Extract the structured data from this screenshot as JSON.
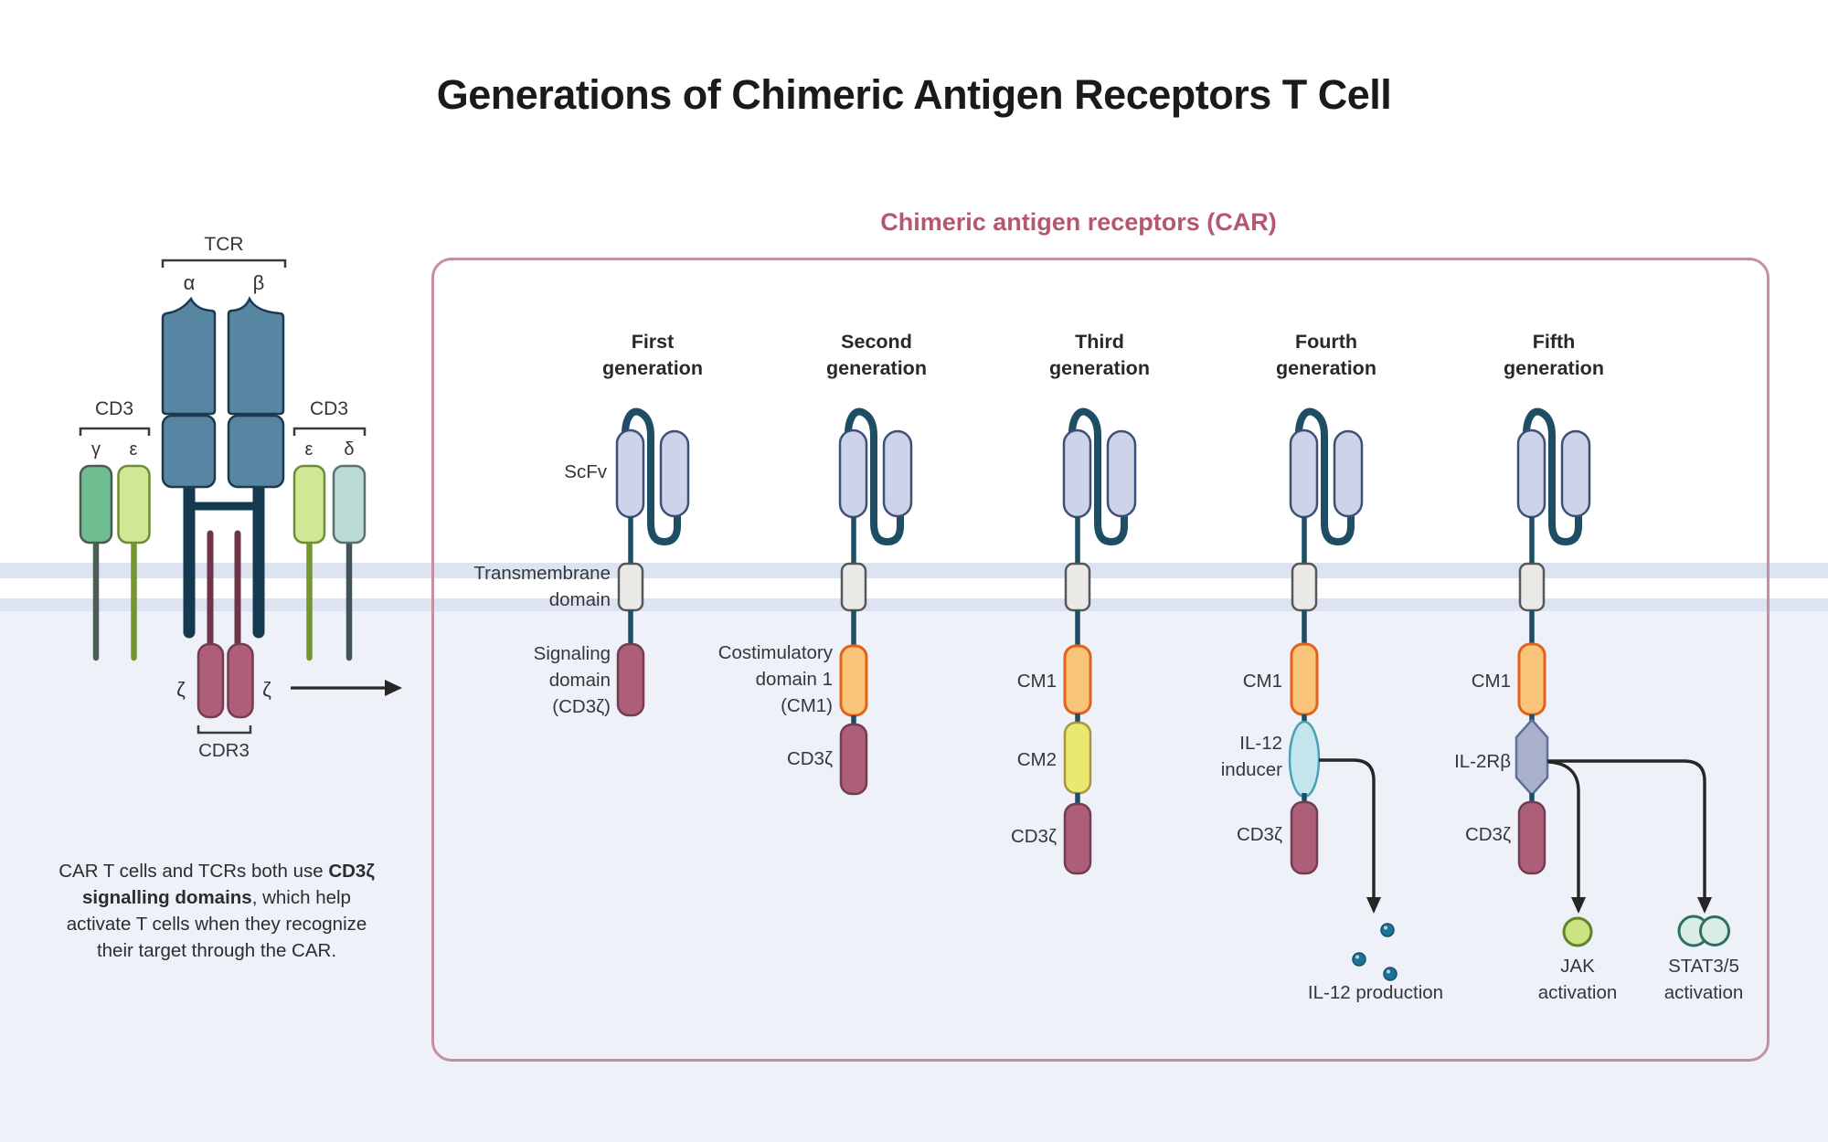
{
  "title": "Generations of Chimeric Antigen Receptors T Cell",
  "car_panel": {
    "title": "Chimeric antigen receptors (CAR)"
  },
  "tcr": {
    "label": "TCR",
    "alpha": "α",
    "beta": "β",
    "cd3_left": "CD3",
    "cd3_right": "CD3",
    "gamma": "γ",
    "epsilon_left": "ε",
    "epsilon_right": "ε",
    "delta": "δ",
    "zeta_left": "ζ",
    "zeta_right": "ζ",
    "cdr3": "CDR3"
  },
  "note": {
    "before": "CAR T cells and TCRs both use ",
    "bold": "CD3ζ signalling domains",
    "after": ", which help activate T cells when they recognize their target through the CAR."
  },
  "generations": [
    {
      "name": [
        "First",
        "generation"
      ],
      "labels": {
        "scfv": "ScFv",
        "transmembrane": [
          "Transmembrane",
          "domain"
        ],
        "signaling": [
          "Signaling",
          "domain",
          "(CD3ζ)"
        ]
      }
    },
    {
      "name": [
        "Second",
        "generation"
      ],
      "labels": {
        "costim": [
          "Costimulatory",
          "domain 1",
          "(CM1)"
        ],
        "cd3z": "CD3ζ"
      }
    },
    {
      "name": [
        "Third",
        "generation"
      ],
      "labels": {
        "cm1": "CM1",
        "cm2": "CM2",
        "cd3z": "CD3ζ"
      }
    },
    {
      "name": [
        "Fourth",
        "generation"
      ],
      "labels": {
        "cm1": "CM1",
        "inducer": [
          "IL-12",
          "inducer"
        ],
        "cd3z": "CD3ζ",
        "product": "IL-12 production"
      }
    },
    {
      "name": [
        "Fifth",
        "generation"
      ],
      "labels": {
        "cm1": "CM1",
        "il2rb": "IL-2Rβ",
        "cd3z": "CD3ζ",
        "jak": [
          "JAK",
          "activation"
        ],
        "stat": [
          "STAT3/5",
          "activation"
        ]
      }
    }
  ],
  "colors": {
    "accent_rose": "#b5586f",
    "box_border": "#c48f9e",
    "membrane": "#dde3f0",
    "cytoplasm": "#eef1f8",
    "navy": "#1d4e63",
    "scfv_fill": "#cdd3e9",
    "tm_fill": "#eae9e6",
    "cm1_fill": "#f8c578",
    "cm1_border": "#e2611c",
    "cm2_fill": "#ebe870",
    "cd3z_fill": "#ad5f79",
    "il12_inducer_fill": "#c4e5ee",
    "il2rb_fill": "#a9b1ca",
    "jak_fill": "#cce283",
    "stat_fill": "#d9ece6",
    "il12_dot": "#20719a"
  }
}
